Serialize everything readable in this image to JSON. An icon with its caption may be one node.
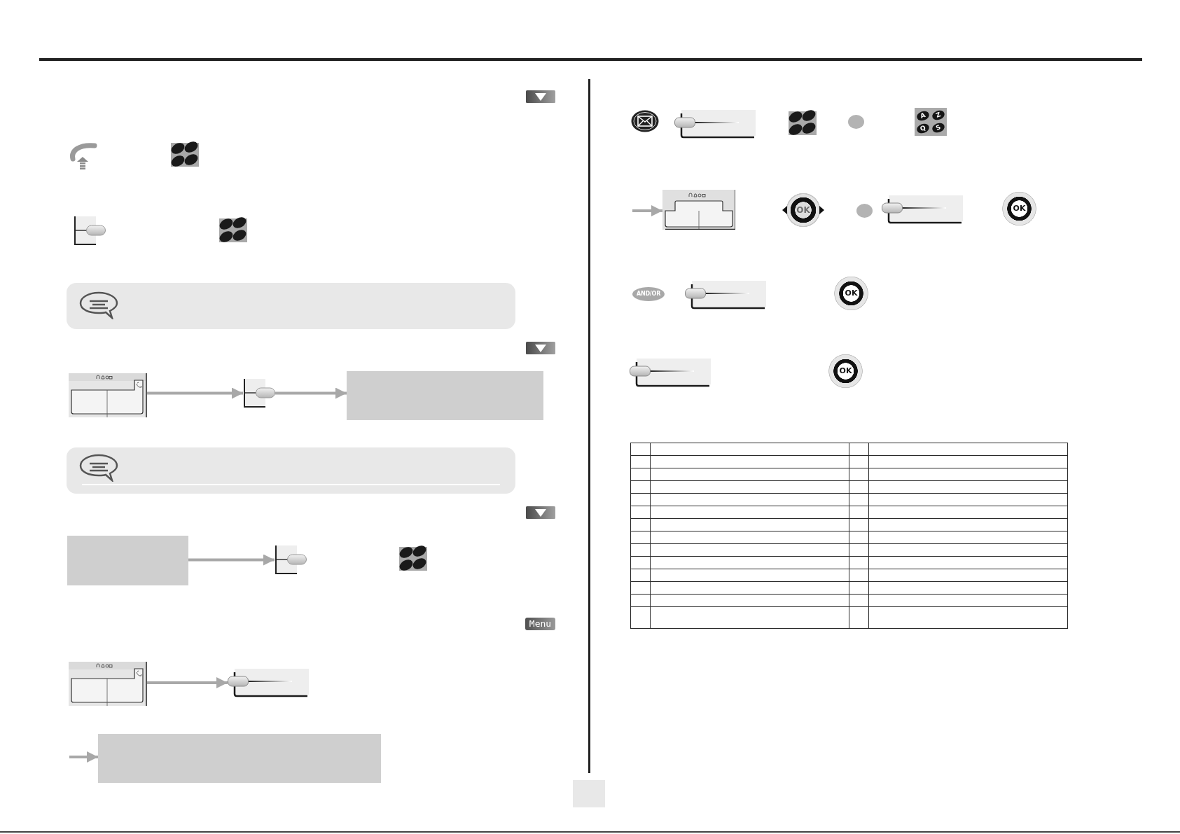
{
  "diagram": {
    "nodes": [
      {
        "text": [],
        "shape": "picture"
      },
      {
        "text": [],
        "shape": "picture"
      },
      {
        "text": [],
        "shape": "box"
      },
      {
        "text": [],
        "shape": "box"
      },
      {
        "text": [],
        "shape": "picture"
      },
      {
        "text": [],
        "shape": "picture"
      },
      {
        "text": [],
        "shape": "picture"
      },
      {
        "text": [],
        "shape": "box"
      },
      {
        "text": [],
        "shape": "picture"
      }
    ],
    "edges": [
      {
        "from": 0,
        "to": 1,
        "arrow": "to"
      },
      {
        "from": 1,
        "to": 2,
        "arrow": "to"
      },
      {
        "from": 3,
        "to": 4,
        "arrow": "to"
      },
      {
        "from": 5,
        "to": 6,
        "arrow": "to"
      },
      {
        "from": null,
        "to": 7,
        "arrow": "to"
      },
      {
        "from": null,
        "to": 8,
        "arrow": "to"
      }
    ],
    "labels": [
      "Menu",
      "A",
      "Z",
      "Q",
      "S",
      "OK",
      "OK",
      "AND/OR",
      "OK",
      "OK"
    ]
  }
}
